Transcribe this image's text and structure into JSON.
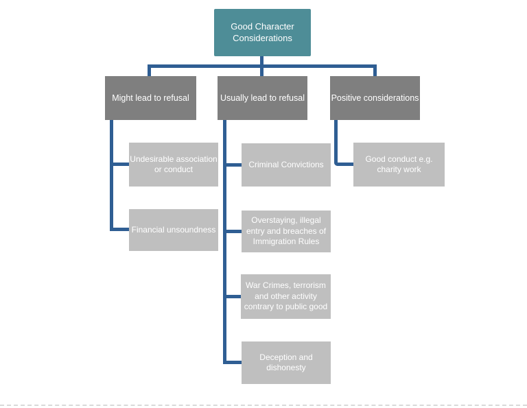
{
  "diagram": {
    "root": {
      "label": "Good Character\nConsiderations"
    },
    "branches": [
      {
        "label": "Might lead to refusal",
        "children": [
          {
            "label": "Undesirable association\nor conduct"
          },
          {
            "label": "Financial unsoundness"
          }
        ]
      },
      {
        "label": "Usually lead to refusal",
        "children": [
          {
            "label": "Criminal Convictions"
          },
          {
            "label": "Overstaying, illegal\nentry and breaches of\nImmigration Rules"
          },
          {
            "label": "War Crimes, terrorism\nand other activity\ncontrary to public good"
          },
          {
            "label": "Deception and\ndishonesty"
          }
        ]
      },
      {
        "label": "Positive considerations",
        "children": [
          {
            "label": "Good conduct e.g.\ncharity work"
          }
        ]
      }
    ],
    "colors": {
      "root": "#4E8D97",
      "branch": "#7F7F7F",
      "leaf": "#BFBFBF",
      "connector": "#2F5E93",
      "page_edge": "#D9D9D9"
    }
  }
}
